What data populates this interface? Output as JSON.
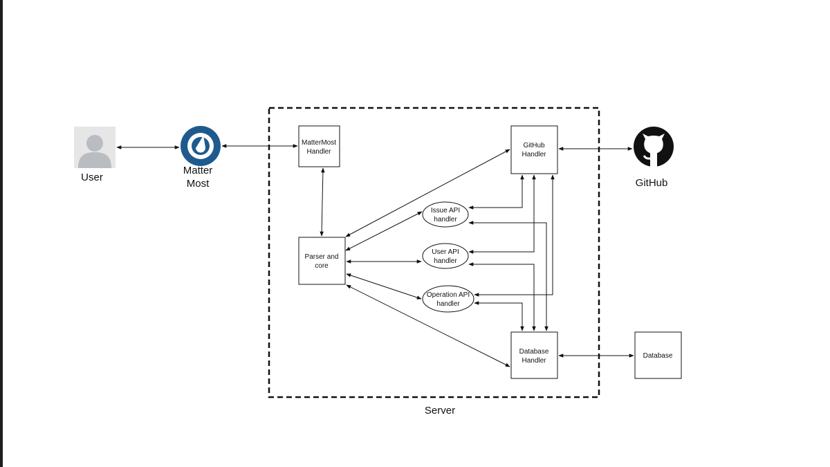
{
  "nodes": {
    "user": "User",
    "mattermost_line1": "Matter",
    "mattermost_line2": "Most",
    "mattermost_handler_line1": "MatterMost",
    "mattermost_handler_line2": "Handler",
    "github_handler_line1": "GitHub",
    "github_handler_line2": "Handler",
    "github": "GitHub",
    "parser_line1": "Parser and",
    "parser_line2": "core",
    "issue_api_line1": "Issue API",
    "issue_api_line2": "handler",
    "user_api_line1": "User API",
    "user_api_line2": "handler",
    "operation_api_line1": "Operation API",
    "operation_api_line2": "handler",
    "database_handler_line1": "Database",
    "database_handler_line2": "Handler",
    "database": "Database"
  },
  "server_label": "Server",
  "icons": {
    "user": "user-avatar-icon",
    "mattermost": "mattermost-logo-icon",
    "github": "github-logo-icon"
  },
  "colors": {
    "mattermost_blue": "#1e5a8e",
    "avatar_gray": "#b9bcc0",
    "avatar_bg": "#e6e6e6"
  }
}
